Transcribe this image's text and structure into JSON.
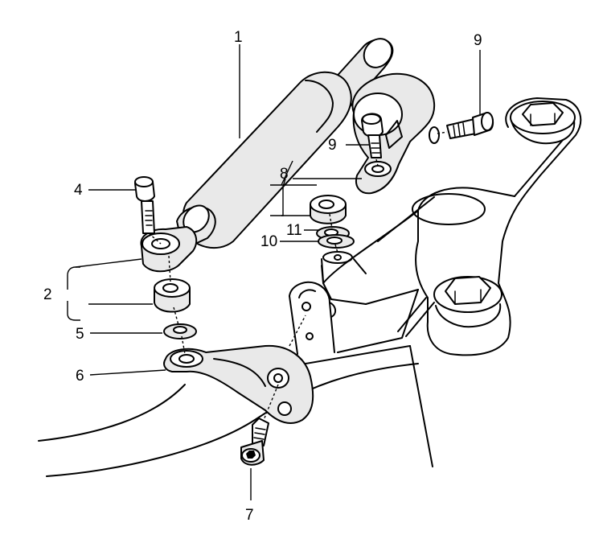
{
  "callouts": [
    {
      "id": "1",
      "text": "1"
    },
    {
      "id": "2",
      "text": "2"
    },
    {
      "id": "4",
      "text": "4"
    },
    {
      "id": "5",
      "text": "5"
    },
    {
      "id": "6",
      "text": "6"
    },
    {
      "id": "7",
      "text": "7"
    },
    {
      "id": "8",
      "text": "8"
    },
    {
      "id": "9a",
      "text": "9"
    },
    {
      "id": "9b",
      "text": "9"
    },
    {
      "id": "10",
      "text": "10"
    },
    {
      "id": "11",
      "text": "11"
    }
  ]
}
